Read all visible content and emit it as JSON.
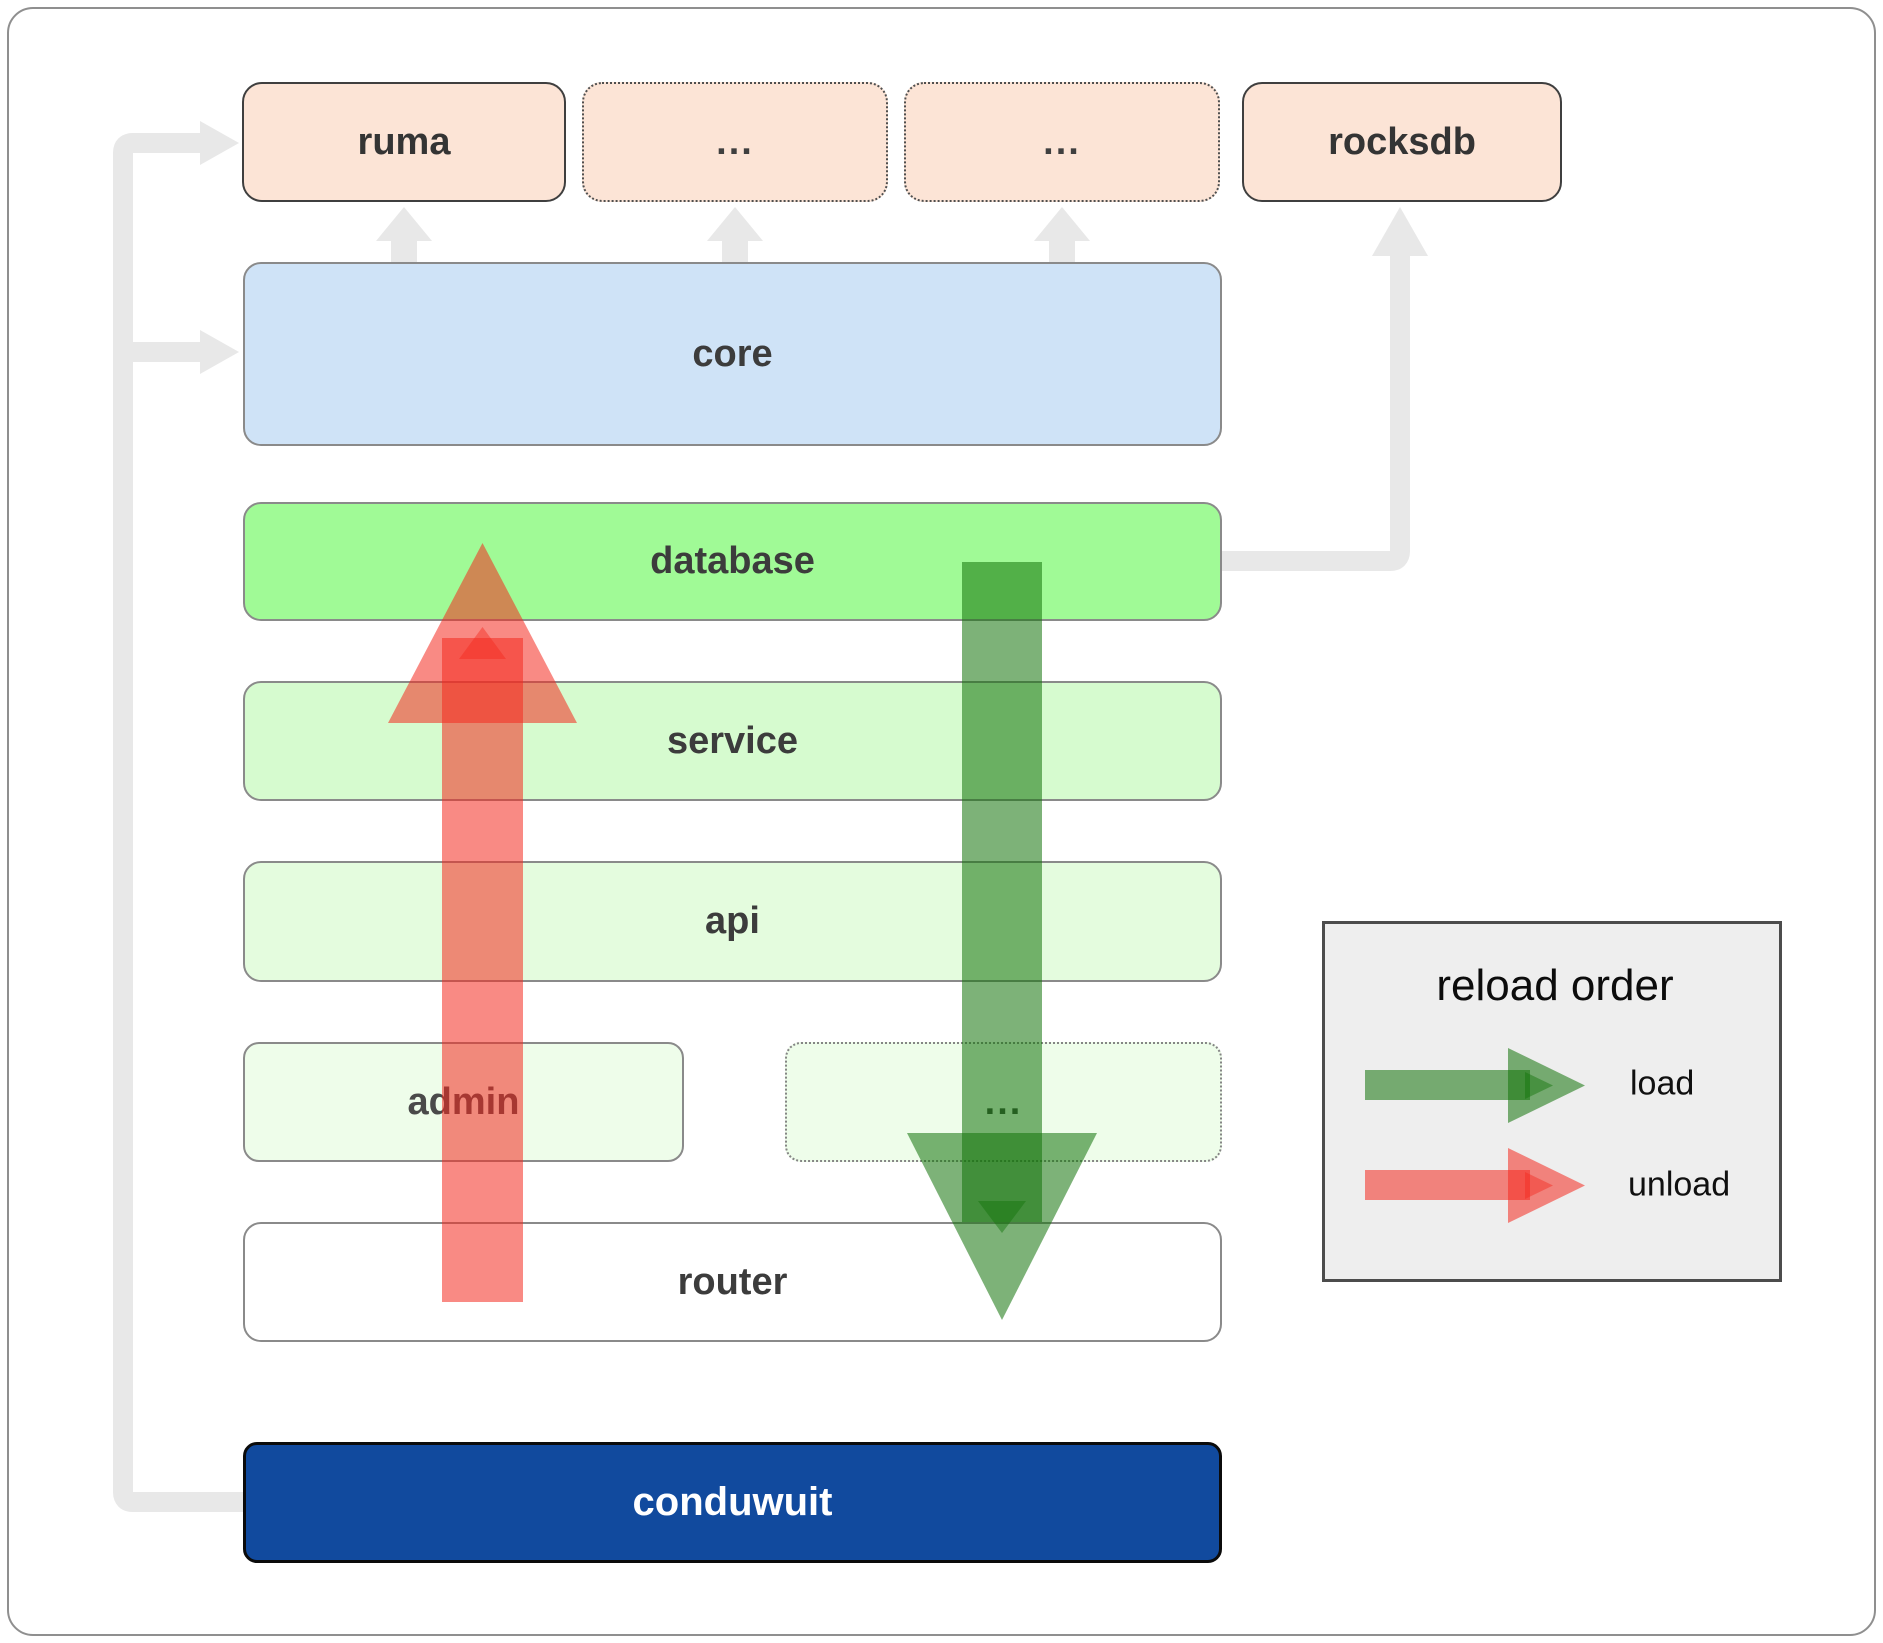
{
  "nodes": {
    "ruma": "ruma",
    "top_dots_1": "...",
    "top_dots_2": "...",
    "rocksdb": "rocksdb",
    "core": "core",
    "database": "database",
    "service": "service",
    "api": "api",
    "admin": "admin",
    "mid_dots": "...",
    "router": "router",
    "conduwuit": "conduwuit"
  },
  "legend": {
    "title": "reload order",
    "items": [
      {
        "label": "load",
        "arrow_color": "#127309"
      },
      {
        "label": "unload",
        "arrow_color": "#f42a1f"
      }
    ]
  },
  "colors": {
    "peach_fill": "#fce4d6",
    "blue_fill": "#cfe3f7",
    "database_fill": "#a0fa96",
    "service_fill": "#d6fbcf",
    "api_fill": "#e4fcde",
    "admin_fill": "#eefdea",
    "router_fill": "#ffffff",
    "conduwuit_fill": "#114a9e",
    "legend_bg": "#eeeeee",
    "connector_gray": "#e8e8e8",
    "border_gray": "#8a8a8a",
    "border_dark": "#3f3f3f",
    "label_color": "#3c3c3c",
    "load_green": "#127309",
    "unload_red": "#f42a1f"
  }
}
